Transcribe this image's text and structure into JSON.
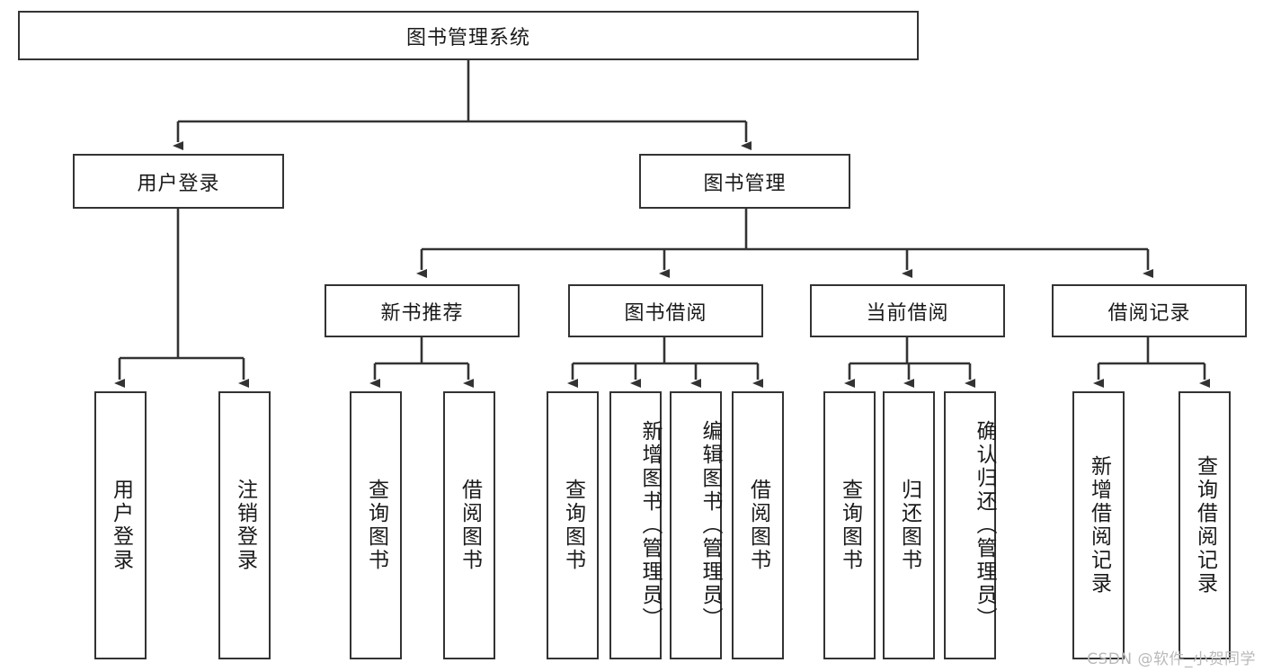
{
  "diagram": {
    "title": "图书管理系统",
    "type": "tree-hierarchy-chart",
    "colors": {
      "box_border": "#333333",
      "box_fill": "#ffffff",
      "connector": "#333333",
      "background": "#ffffff",
      "watermark": "#b9b9b9"
    },
    "root": {
      "label": "图书管理系统"
    },
    "level2": [
      {
        "label": "用户登录"
      },
      {
        "label": "图书管理"
      }
    ],
    "level3": [
      {
        "label": "新书推荐"
      },
      {
        "label": "图书借阅"
      },
      {
        "label": "当前借阅"
      },
      {
        "label": "借阅记录"
      }
    ],
    "leaves": {
      "user_login": [
        {
          "label": "用户登录"
        },
        {
          "label": "注销登录"
        }
      ],
      "new_book_recommend": [
        {
          "label": "查询图书"
        },
        {
          "label": "借阅图书"
        }
      ],
      "book_borrow": [
        {
          "label": "查询图书"
        },
        {
          "label": "新增图书（管理员）"
        },
        {
          "label": "编辑图书（管理员）"
        },
        {
          "label": "借阅图书"
        }
      ],
      "current_borrow": [
        {
          "label": "查询图书"
        },
        {
          "label": "归还图书"
        },
        {
          "label": "确认归还（管理员）"
        }
      ],
      "borrow_record": [
        {
          "label": "新增借阅记录"
        },
        {
          "label": "查询借阅记录"
        }
      ]
    }
  },
  "watermark": {
    "text": "CSDN @软件_小贺同学"
  }
}
